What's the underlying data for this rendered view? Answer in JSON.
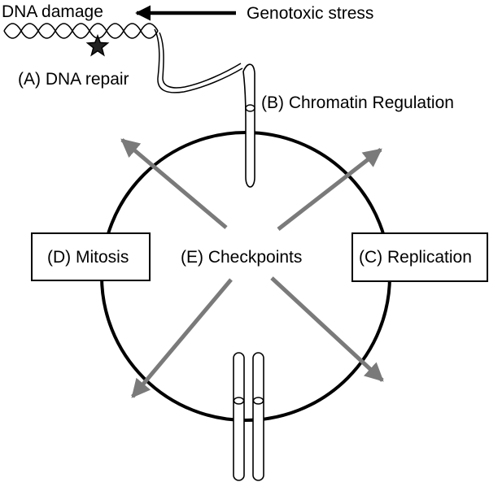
{
  "labels": {
    "dna_damage": "DNA damage",
    "genotoxic_stress": "Genotoxic stress",
    "dna_repair": "(A) DNA repair",
    "chromatin_regulation": "(B) Chromatin Regulation",
    "replication": "(C) Replication",
    "mitosis": "(D) Mitosis",
    "checkpoints": "(E) Checkpoints"
  },
  "icons": {
    "damage_marker": "star-icon"
  },
  "colors": {
    "arrow_gray": "#7a7a7a",
    "outline": "#000000",
    "background": "#ffffff"
  }
}
